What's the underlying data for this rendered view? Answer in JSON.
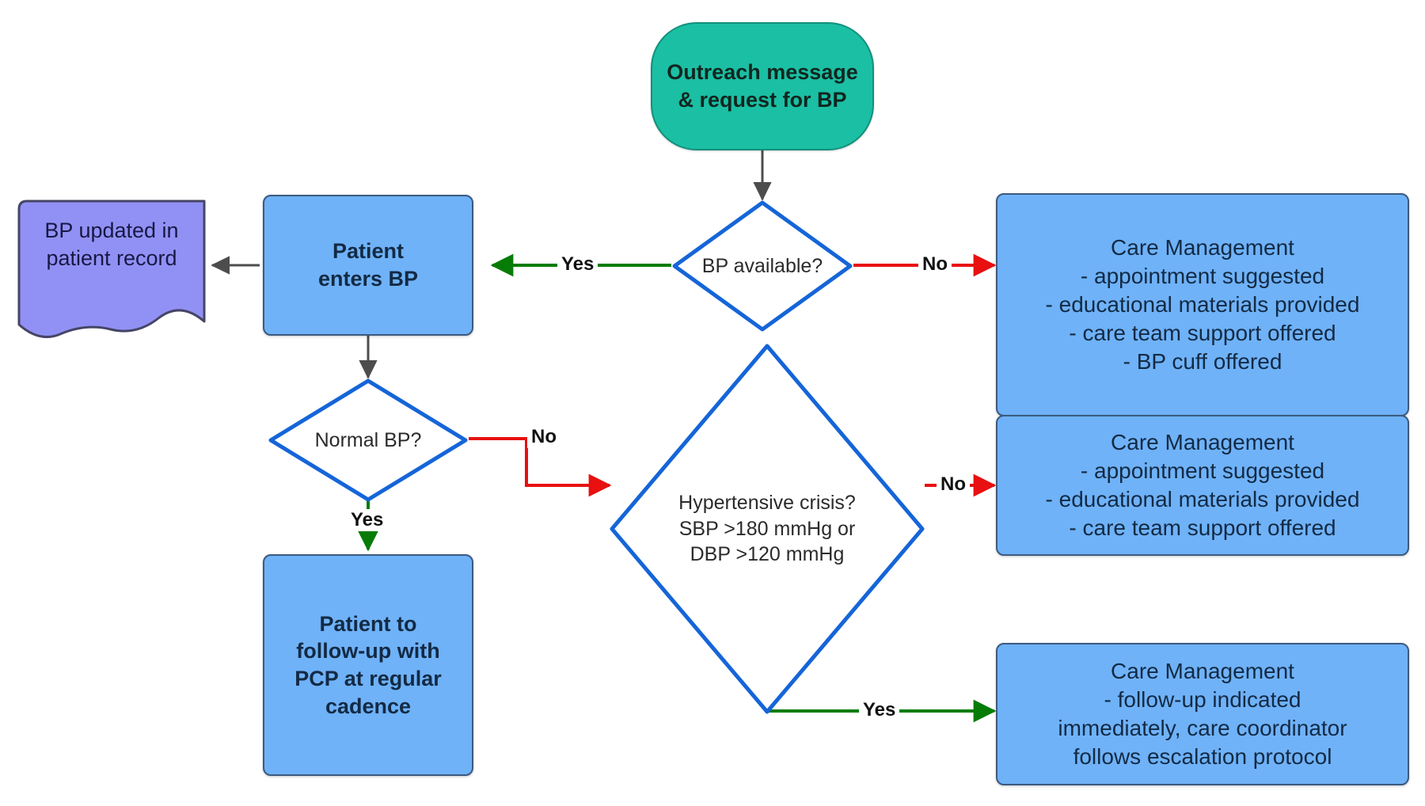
{
  "diagram": {
    "title": "Blood pressure outreach and care management flowchart",
    "colors": {
      "start_fill": "#1bbfa4",
      "process_fill": "#6fb2f8",
      "document_fill": "#9191f5",
      "decision_stroke": "#1565d8",
      "yes_edge": "#067c06",
      "no_edge": "#e81010",
      "plain_edge": "#4d4d4d"
    },
    "nodes": {
      "start": {
        "type": "start",
        "lines": [
          "Outreach message",
          "& request for BP"
        ]
      },
      "bp_available": {
        "type": "decision",
        "lines": [
          "BP available?"
        ]
      },
      "care_mgmt_no_bp": {
        "type": "process",
        "lines": [
          "Care Management",
          "- appointment suggested",
          "- educational materials provided",
          "- care team support offered",
          "- BP cuff offered"
        ]
      },
      "patient_enters_bp": {
        "type": "process",
        "lines": [
          "Patient",
          "enters BP"
        ]
      },
      "bp_updated": {
        "type": "document",
        "lines": [
          "BP updated in",
          "patient record"
        ]
      },
      "normal_bp": {
        "type": "decision",
        "lines": [
          "Normal BP?"
        ]
      },
      "patient_followup": {
        "type": "process",
        "lines": [
          "Patient to",
          "follow-up with",
          "PCP at regular",
          "cadence"
        ]
      },
      "hypertensive_crisis": {
        "type": "decision",
        "lines": [
          "Hypertensive crisis?",
          "SBP >180 mmHg or",
          "DBP >120 mmHg"
        ]
      },
      "care_mgmt_no_crisis": {
        "type": "process",
        "lines": [
          "Care Management",
          "- appointment suggested",
          "- educational materials provided",
          "- care team support offered"
        ]
      },
      "care_mgmt_crisis": {
        "type": "process",
        "lines": [
          "Care Management",
          "- follow-up indicated",
          "immediately, care coordinator",
          "follows escalation protocol"
        ]
      }
    },
    "edges": [
      {
        "id": "start-to-bp-available",
        "label": "",
        "kind": "plain"
      },
      {
        "id": "bp-available-yes",
        "label": "Yes",
        "kind": "yes"
      },
      {
        "id": "bp-available-no",
        "label": "No",
        "kind": "no"
      },
      {
        "id": "patient-enters-to-doc",
        "label": "",
        "kind": "plain"
      },
      {
        "id": "patient-enters-to-normal-bp",
        "label": "",
        "kind": "plain"
      },
      {
        "id": "normal-bp-yes",
        "label": "Yes",
        "kind": "yes"
      },
      {
        "id": "normal-bp-no",
        "label": "No",
        "kind": "no"
      },
      {
        "id": "crisis-no",
        "label": "No",
        "kind": "no"
      },
      {
        "id": "crisis-yes",
        "label": "Yes",
        "kind": "yes"
      }
    ]
  }
}
